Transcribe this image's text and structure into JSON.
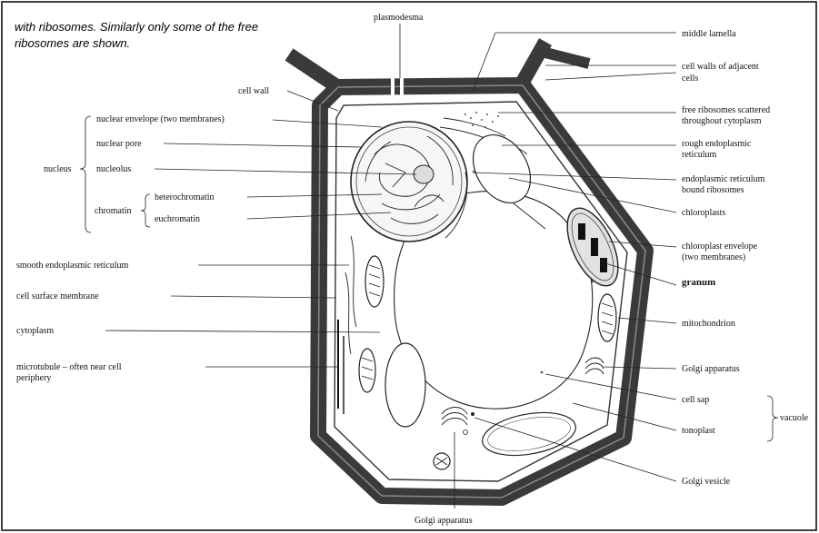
{
  "caption": {
    "line1": "with ribosomes. Similarly only some of the free",
    "line2": "ribosomes are shown."
  },
  "labels": {
    "plasmodesma": "plasmodesma",
    "middle_lamella": "middle lamella",
    "cell_walls_adjacent_1": "cell walls of adjacent",
    "cell_walls_adjacent_2": "cells",
    "cell_wall": "cell wall",
    "free_ribosomes_1": "free ribosomes scattered",
    "free_ribosomes_2": "throughout cytoplasm",
    "rough_er_1": "rough endoplasmic",
    "rough_er_2": "reticulum",
    "er_bound_1": "endoplasmic reticulum",
    "er_bound_2": "bound ribosomes",
    "chloroplasts": "chloroplasts",
    "chloroplast_envelope_1": "chloroplast envelope",
    "chloroplast_envelope_2": "(two membranes)",
    "granum": "granum",
    "mitochondrion": "mitochondrion",
    "golgi_apparatus_right": "Golgi apparatus",
    "cell_sap": "cell sap",
    "tonoplast": "tonoplast",
    "vacuole": "vacuole",
    "golgi_vesicle": "Golgi vesicle",
    "golgi_apparatus_bottom": "Golgi apparatus",
    "nuclear_envelope": "nuclear envelope (two membranes)",
    "nuclear_pore": "nuclear pore",
    "nucleolus": "nucleolus",
    "nucleus": "nucleus",
    "chromatin": "chromatin",
    "heterochromatin": "heterochromatin",
    "euchromatin": "euchromatin",
    "smooth_er": "smooth endoplasmic reticulum",
    "cell_surface_membrane": "cell surface membrane",
    "cytoplasm": "cytoplasm",
    "microtubule_1": "microtubule – often near cell",
    "microtubule_2": "periphery"
  }
}
